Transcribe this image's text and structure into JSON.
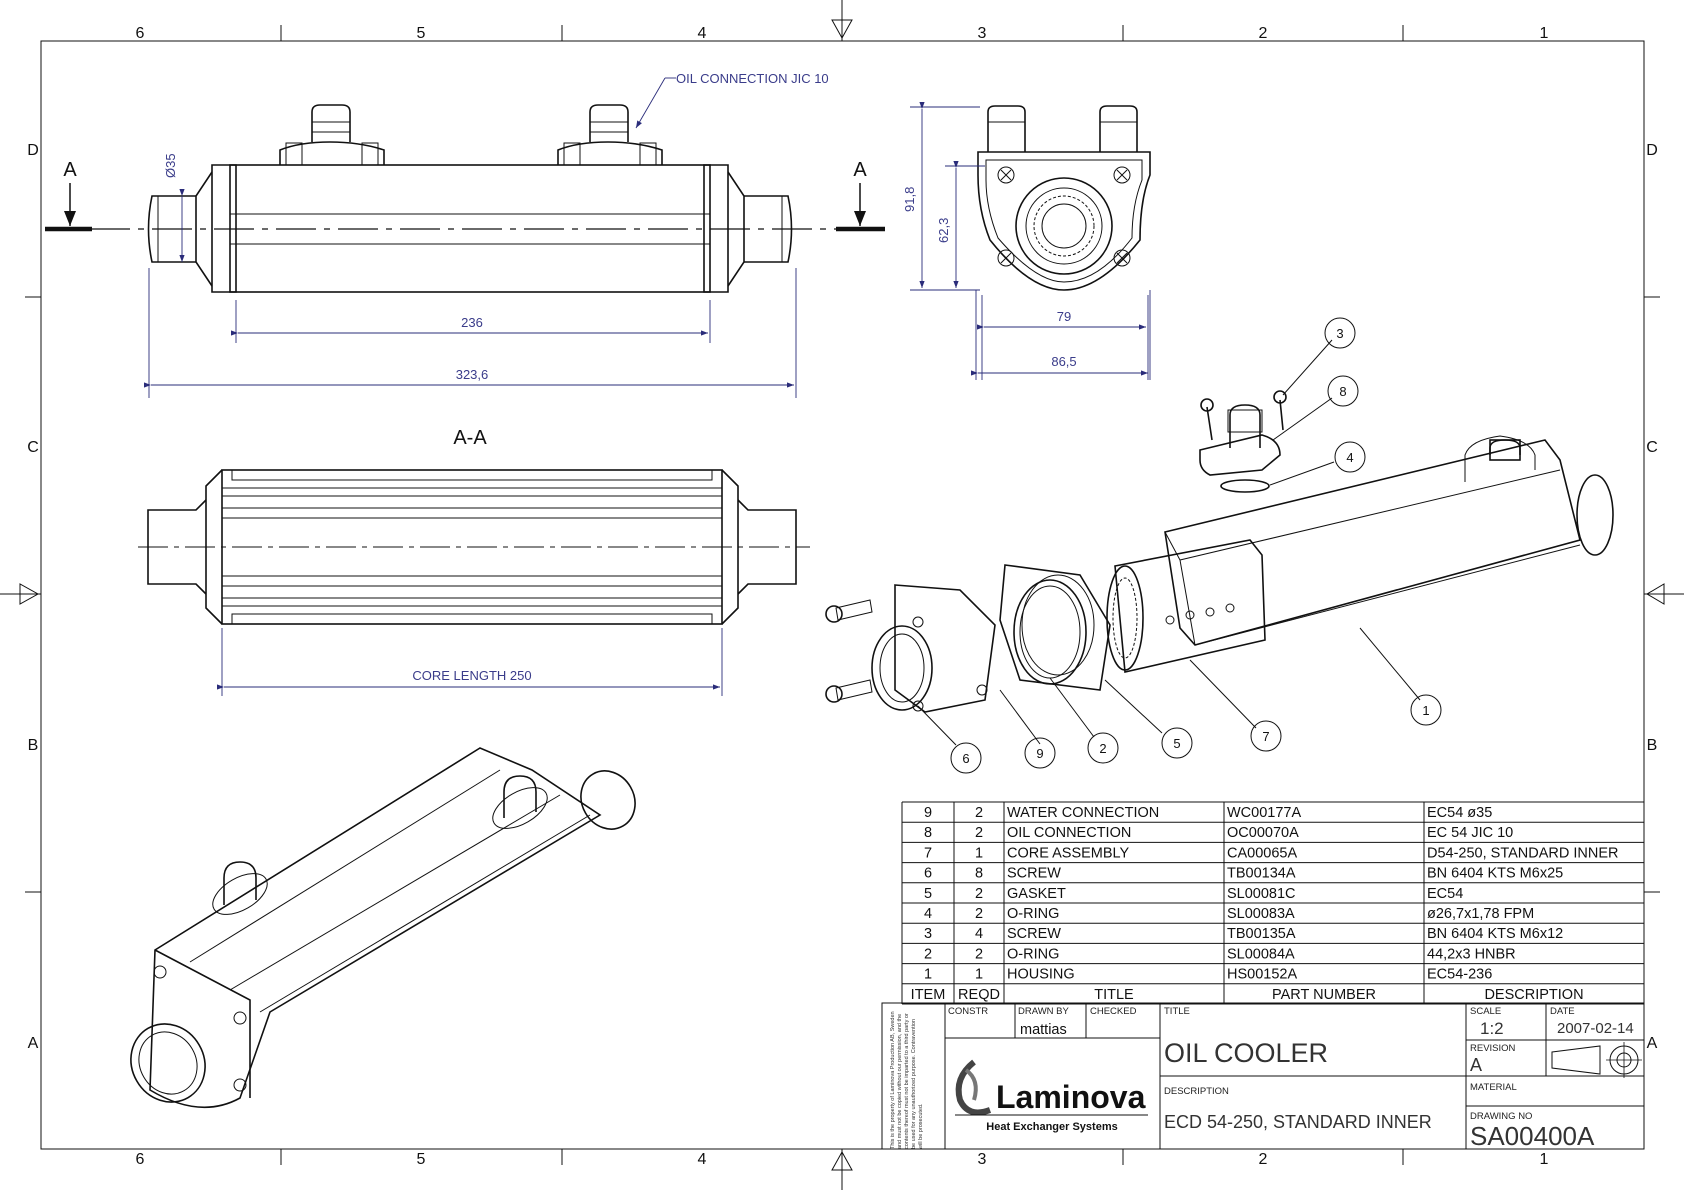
{
  "frame": {
    "col_labels": [
      "6",
      "5",
      "4",
      "3",
      "2",
      "1"
    ],
    "row_labels": [
      "D",
      "C",
      "B",
      "A"
    ]
  },
  "views": {
    "callout_oil": "OIL CONNECTION JIC 10",
    "section_marker": "A",
    "section_title": "A-A",
    "dim_dia35": "Ø35",
    "dim_236": "236",
    "dim_323": "323,6",
    "dim_918": "91,8",
    "dim_623": "62,3",
    "dim_79": "79",
    "dim_865": "86,5",
    "core_length": "CORE LENGTH 250",
    "balloons": [
      "3",
      "8",
      "4",
      "1",
      "7",
      "5",
      "2",
      "9",
      "6"
    ]
  },
  "bom": {
    "headers": [
      "ITEM",
      "REQD",
      "TITLE",
      "PART NUMBER",
      "DESCRIPTION"
    ],
    "rows": [
      [
        "9",
        "2",
        "WATER CONNECTION",
        "WC00177A",
        "EC54 ø35"
      ],
      [
        "8",
        "2",
        "OIL CONNECTION",
        "OC00070A",
        "EC 54 JIC 10"
      ],
      [
        "7",
        "1",
        "CORE ASSEMBLY",
        "CA00065A",
        "D54-250, STANDARD INNER"
      ],
      [
        "6",
        "8",
        "SCREW",
        "TB00134A",
        "BN 6404 KTS M6x25"
      ],
      [
        "5",
        "2",
        "GASKET",
        "SL00081C",
        "EC54"
      ],
      [
        "4",
        "2",
        "O-RING",
        "SL00083A",
        "ø26,7x1,78 FPM"
      ],
      [
        "3",
        "4",
        "SCREW",
        "TB00135A",
        "BN 6404 KTS M6x12"
      ],
      [
        "2",
        "2",
        "O-RING",
        "SL00084A",
        "44,2x3 HNBR"
      ],
      [
        "1",
        "1",
        "HOUSING",
        "HS00152A",
        "EC54-236"
      ]
    ]
  },
  "title_block": {
    "constr_label": "CONSTR",
    "drawn_by_label": "DRAWN BY",
    "drawn_by": "mattias",
    "checked_label": "CHECKED",
    "title_label": "TITLE",
    "title": "OIL COOLER",
    "description_label": "DESCRIPTION",
    "description": "ECD 54-250, STANDARD INNER",
    "scale_label": "SCALE",
    "scale": "1:2",
    "date_label": "DATE",
    "date": "2007-02-14",
    "revision_label": "REVISION",
    "revision": "A",
    "material_label": "MATERIAL",
    "drawing_no_label": "DRAWING NO",
    "drawing_no": "SA00400A",
    "company": "Laminova",
    "company_sub": "Heat Exchanger Systems",
    "legal": [
      "This is the property of Laminova Production AB, Sweden",
      "and must not be copied without our permission, and the",
      "contents thereof must not be imparted to a third party or",
      "be used for any unauthorized purpose. Contravention",
      "will be prosecuted."
    ]
  }
}
